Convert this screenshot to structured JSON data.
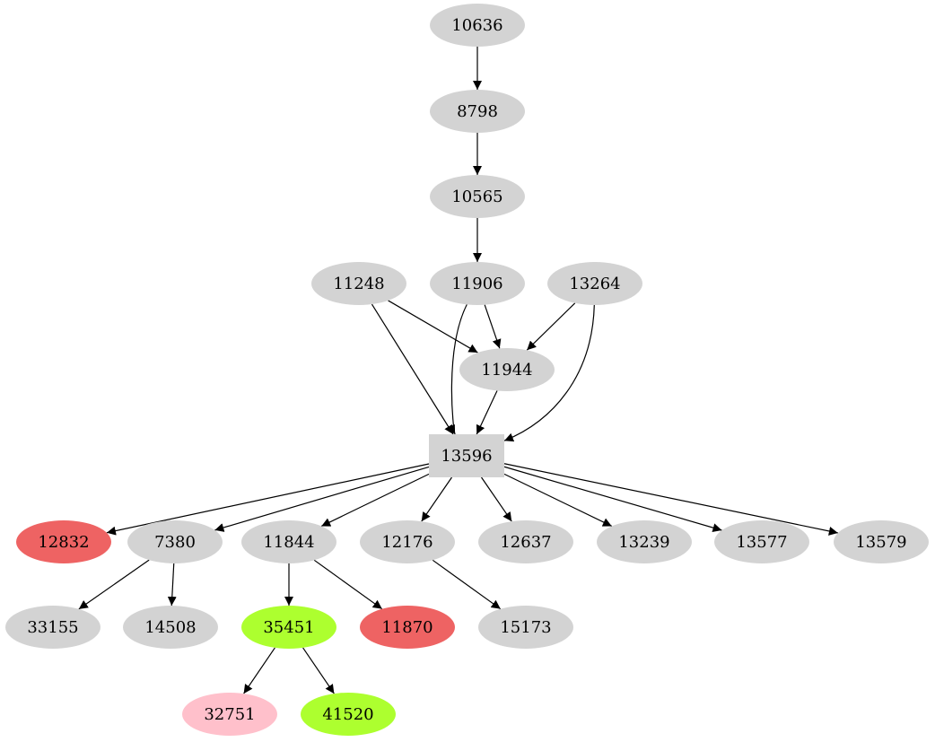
{
  "colors": {
    "default": "#d3d3d3",
    "red": "#ee6363",
    "green": "#adff2f",
    "pink": "#ffc0cb"
  },
  "nodes": [
    {
      "id": "10636",
      "label": "10636",
      "shape": "ellipse",
      "color": "default"
    },
    {
      "id": "8798",
      "label": "8798",
      "shape": "ellipse",
      "color": "default"
    },
    {
      "id": "10565",
      "label": "10565",
      "shape": "ellipse",
      "color": "default"
    },
    {
      "id": "11248",
      "label": "11248",
      "shape": "ellipse",
      "color": "default"
    },
    {
      "id": "11906",
      "label": "11906",
      "shape": "ellipse",
      "color": "default"
    },
    {
      "id": "13264",
      "label": "13264",
      "shape": "ellipse",
      "color": "default"
    },
    {
      "id": "11944",
      "label": "11944",
      "shape": "ellipse",
      "color": "default"
    },
    {
      "id": "13596",
      "label": "13596",
      "shape": "box",
      "color": "default"
    },
    {
      "id": "12832",
      "label": "12832",
      "shape": "ellipse",
      "color": "red"
    },
    {
      "id": "7380",
      "label": "7380",
      "shape": "ellipse",
      "color": "default"
    },
    {
      "id": "11844",
      "label": "11844",
      "shape": "ellipse",
      "color": "default"
    },
    {
      "id": "12176",
      "label": "12176",
      "shape": "ellipse",
      "color": "default"
    },
    {
      "id": "12637",
      "label": "12637",
      "shape": "ellipse",
      "color": "default"
    },
    {
      "id": "13239",
      "label": "13239",
      "shape": "ellipse",
      "color": "default"
    },
    {
      "id": "13577",
      "label": "13577",
      "shape": "ellipse",
      "color": "default"
    },
    {
      "id": "13579",
      "label": "13579",
      "shape": "ellipse",
      "color": "default"
    },
    {
      "id": "33155",
      "label": "33155",
      "shape": "ellipse",
      "color": "default"
    },
    {
      "id": "14508",
      "label": "14508",
      "shape": "ellipse",
      "color": "default"
    },
    {
      "id": "35451",
      "label": "35451",
      "shape": "ellipse",
      "color": "green"
    },
    {
      "id": "11870",
      "label": "11870",
      "shape": "ellipse",
      "color": "red"
    },
    {
      "id": "15173",
      "label": "15173",
      "shape": "ellipse",
      "color": "default"
    },
    {
      "id": "32751",
      "label": "32751",
      "shape": "ellipse",
      "color": "pink"
    },
    {
      "id": "41520",
      "label": "41520",
      "shape": "ellipse",
      "color": "green"
    }
  ],
  "edges": [
    {
      "from": "10636",
      "to": "8798"
    },
    {
      "from": "8798",
      "to": "10565"
    },
    {
      "from": "10565",
      "to": "11906"
    },
    {
      "from": "11248",
      "to": "11944"
    },
    {
      "from": "11248",
      "to": "13596"
    },
    {
      "from": "11906",
      "to": "11944"
    },
    {
      "from": "11906",
      "to": "13596"
    },
    {
      "from": "13264",
      "to": "11944"
    },
    {
      "from": "13264",
      "to": "13596"
    },
    {
      "from": "11944",
      "to": "13596"
    },
    {
      "from": "13596",
      "to": "12832"
    },
    {
      "from": "13596",
      "to": "7380"
    },
    {
      "from": "13596",
      "to": "11844"
    },
    {
      "from": "13596",
      "to": "12176"
    },
    {
      "from": "13596",
      "to": "12637"
    },
    {
      "from": "13596",
      "to": "13239"
    },
    {
      "from": "13596",
      "to": "13577"
    },
    {
      "from": "13596",
      "to": "13579"
    },
    {
      "from": "7380",
      "to": "33155"
    },
    {
      "from": "7380",
      "to": "14508"
    },
    {
      "from": "11844",
      "to": "35451"
    },
    {
      "from": "11844",
      "to": "11870"
    },
    {
      "from": "12176",
      "to": "15173"
    },
    {
      "from": "35451",
      "to": "32751"
    },
    {
      "from": "35451",
      "to": "41520"
    }
  ]
}
